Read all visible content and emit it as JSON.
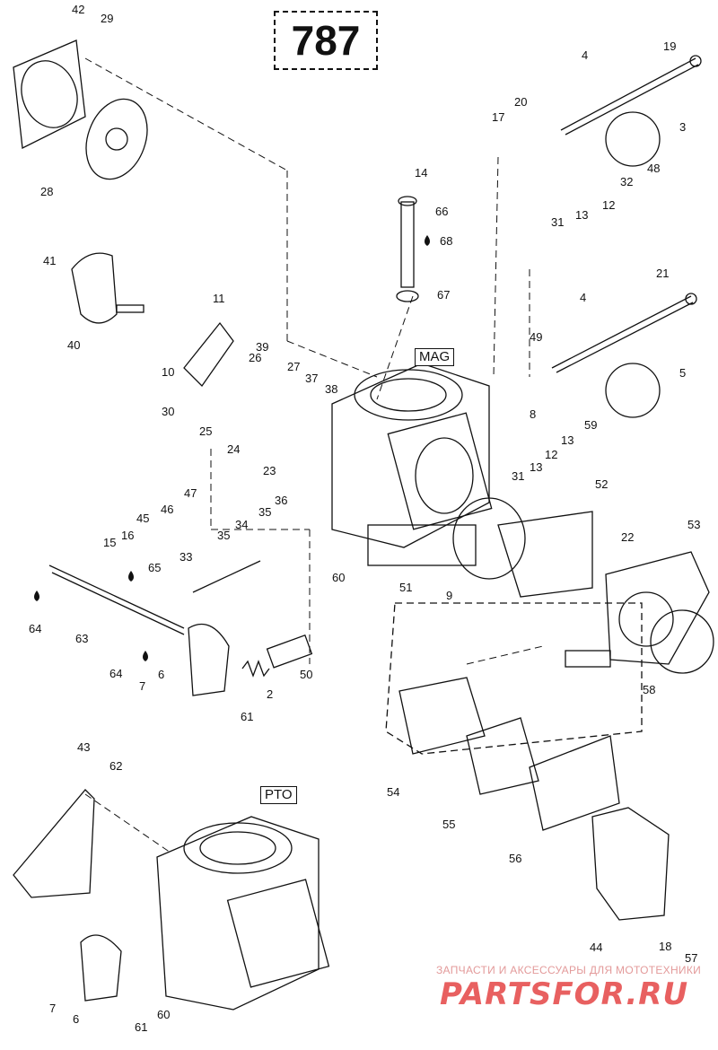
{
  "diagram_code": "787",
  "section_labels": {
    "mag": "MAG",
    "pto": "PTO"
  },
  "callouts": [
    {
      "id": "c42",
      "text": "42"
    },
    {
      "id": "c29",
      "text": "29"
    },
    {
      "id": "c28",
      "text": "28"
    },
    {
      "id": "c41",
      "text": "41"
    },
    {
      "id": "c40",
      "text": "40"
    },
    {
      "id": "c11",
      "text": "11"
    },
    {
      "id": "c10",
      "text": "10"
    },
    {
      "id": "c30",
      "text": "30"
    },
    {
      "id": "c39",
      "text": "39"
    },
    {
      "id": "c26",
      "text": "26"
    },
    {
      "id": "c27",
      "text": "27"
    },
    {
      "id": "c37",
      "text": "37"
    },
    {
      "id": "c38",
      "text": "38"
    },
    {
      "id": "c25",
      "text": "25"
    },
    {
      "id": "c24",
      "text": "24"
    },
    {
      "id": "c23",
      "text": "23"
    },
    {
      "id": "c14",
      "text": "14"
    },
    {
      "id": "c66",
      "text": "66"
    },
    {
      "id": "c68",
      "text": "68"
    },
    {
      "id": "c67",
      "text": "67"
    },
    {
      "id": "c19",
      "text": "19"
    },
    {
      "id": "c4a",
      "text": "4"
    },
    {
      "id": "c20",
      "text": "20"
    },
    {
      "id": "c17",
      "text": "17"
    },
    {
      "id": "c3",
      "text": "3"
    },
    {
      "id": "c48",
      "text": "48"
    },
    {
      "id": "c32",
      "text": "32"
    },
    {
      "id": "c13a",
      "text": "13"
    },
    {
      "id": "c12a",
      "text": "12"
    },
    {
      "id": "c31a",
      "text": "31"
    },
    {
      "id": "c21",
      "text": "21"
    },
    {
      "id": "c4b",
      "text": "4"
    },
    {
      "id": "c49",
      "text": "49"
    },
    {
      "id": "c5",
      "text": "5"
    },
    {
      "id": "c8",
      "text": "8"
    },
    {
      "id": "c59",
      "text": "59"
    },
    {
      "id": "c13b",
      "text": "13"
    },
    {
      "id": "c12b",
      "text": "12"
    },
    {
      "id": "c13c",
      "text": "13"
    },
    {
      "id": "c31b",
      "text": "31"
    },
    {
      "id": "c52",
      "text": "52"
    },
    {
      "id": "c53",
      "text": "53"
    },
    {
      "id": "c22",
      "text": "22"
    },
    {
      "id": "c9",
      "text": "9"
    },
    {
      "id": "c51",
      "text": "51"
    },
    {
      "id": "c60a",
      "text": "60"
    },
    {
      "id": "c47",
      "text": "47"
    },
    {
      "id": "c46",
      "text": "46"
    },
    {
      "id": "c45",
      "text": "45"
    },
    {
      "id": "c16",
      "text": "16"
    },
    {
      "id": "c15",
      "text": "15"
    },
    {
      "id": "c36",
      "text": "36"
    },
    {
      "id": "c35a",
      "text": "35"
    },
    {
      "id": "c34",
      "text": "34"
    },
    {
      "id": "c35b",
      "text": "35"
    },
    {
      "id": "c33",
      "text": "33"
    },
    {
      "id": "c65",
      "text": "65"
    },
    {
      "id": "c64a",
      "text": "64"
    },
    {
      "id": "c63",
      "text": "63"
    },
    {
      "id": "c64b",
      "text": "64"
    },
    {
      "id": "c6",
      "text": "6"
    },
    {
      "id": "c7a",
      "text": "7"
    },
    {
      "id": "c2",
      "text": "2"
    },
    {
      "id": "c50",
      "text": "50"
    },
    {
      "id": "c61a",
      "text": "61"
    },
    {
      "id": "c58",
      "text": "58"
    },
    {
      "id": "c54",
      "text": "54"
    },
    {
      "id": "c55",
      "text": "55"
    },
    {
      "id": "c56",
      "text": "56"
    },
    {
      "id": "c43",
      "text": "43"
    },
    {
      "id": "c62",
      "text": "62"
    },
    {
      "id": "c44",
      "text": "44"
    },
    {
      "id": "c18",
      "text": "18"
    },
    {
      "id": "c57",
      "text": "57"
    },
    {
      "id": "c7b",
      "text": "7"
    },
    {
      "id": "c6b",
      "text": "6"
    },
    {
      "id": "c61b",
      "text": "61"
    },
    {
      "id": "c60b",
      "text": "60"
    }
  ],
  "watermark": {
    "tagline": "ЗАПЧАСТИ И АКСЕССУАРЫ ДЛЯ МОТОТЕХНИКИ",
    "logo": "PARTSFOR.RU"
  },
  "colors": {
    "line": "#111111",
    "watermark": "#e86060",
    "background": "#ffffff"
  }
}
